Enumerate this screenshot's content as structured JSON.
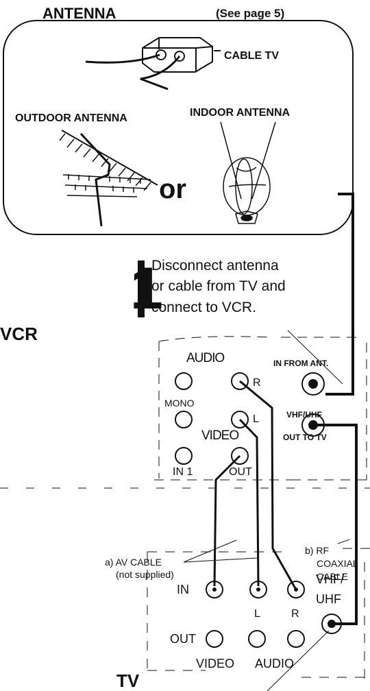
{
  "antenna_section": {
    "title": "ANTENNA",
    "page_ref": "(See page 5)",
    "cable_tv": "CABLE TV",
    "outdoor": "OUTDOOR ANTENNA",
    "indoor": "INDOOR ANTENNA",
    "or": "or"
  },
  "step": {
    "number": "1",
    "line1": "Disconnect antenna",
    "line2": "or cable from TV and",
    "line3": "connect to VCR."
  },
  "vcr_panel": {
    "label": "VCR",
    "audio": "AUDIO",
    "r": "R",
    "l": "L",
    "mono": "MONO",
    "video": "VIDEO",
    "in1": "IN 1",
    "out": "OUT",
    "in_from_ant": "IN FROM ANT.",
    "vhf_uhf": "VHF/UHF",
    "out_to_tv": "OUT TO TV"
  },
  "cables": {
    "av_cable": "a) AV CABLE",
    "not_supplied": "(not supplied)",
    "rf": "b) RF",
    "coaxial": "COAXIAL",
    "cable": "CABLE"
  },
  "tv_panel": {
    "label": "TV",
    "in": "IN",
    "out": "OUT",
    "l": "L",
    "r": "R",
    "vhf": "VHF/",
    "uhf": "UHF",
    "video": "VIDEO",
    "audio": "AUDIO"
  }
}
